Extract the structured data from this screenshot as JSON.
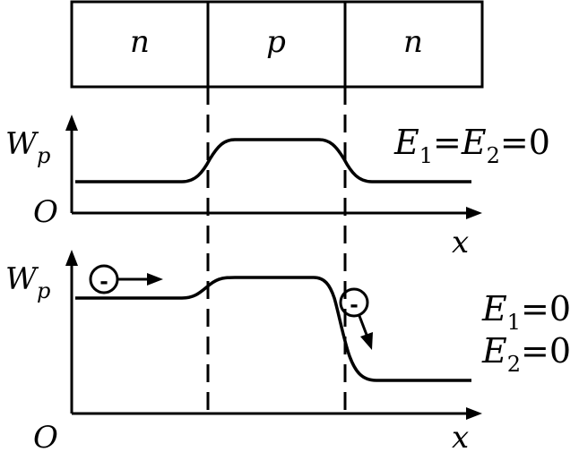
{
  "regions": [
    {
      "label": "n"
    },
    {
      "label": "p"
    },
    {
      "label": "n"
    }
  ],
  "top_graph": {
    "y_axis_main": "W",
    "y_axis_sub": "p",
    "origin": "O",
    "x_axis": "x",
    "condition": {
      "e1": "E",
      "e1_sub": "1",
      "e2": "E",
      "e2_sub": "2",
      "eq": "=",
      "zero": "0"
    }
  },
  "bottom_graph": {
    "y_axis_main": "W",
    "y_axis_sub": "p",
    "origin": "O",
    "x_axis": "x",
    "electron_symbol": "-",
    "condition1": {
      "e": "E",
      "sub": "1",
      "eq": "=",
      "zero": "0"
    },
    "condition2": {
      "e": "E",
      "sub": "2",
      "eq": "=",
      "zero": "0"
    }
  }
}
